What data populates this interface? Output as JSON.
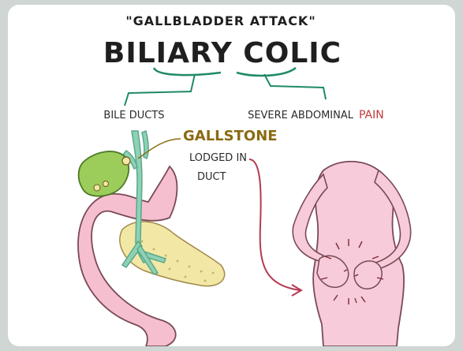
{
  "diagram": {
    "quote_title": "\"Gallbladder Attack\"",
    "main_title": "Biliary Colic",
    "labels": {
      "bile_ducts": "Bile Ducts",
      "severe_abdominal": "Severe Abdominal",
      "pain": "Pain",
      "gallstone": "Gallstone",
      "lodged_in": "Lodged in",
      "duct": "Duct"
    }
  },
  "colors": {
    "title": "#1f1f1f",
    "accent_green": "#1f8a66",
    "gallstone_label": "#8a6a12",
    "pain_red": "#c23a3a",
    "gallbladder": "#9ccc5a",
    "duct": "#8fd1b5",
    "pancreas": "#f3e7a6",
    "stomach": "#f5bfd0",
    "body": "#f7cbd9",
    "outline": "#7a4a55",
    "arrow": "#b53a52"
  }
}
